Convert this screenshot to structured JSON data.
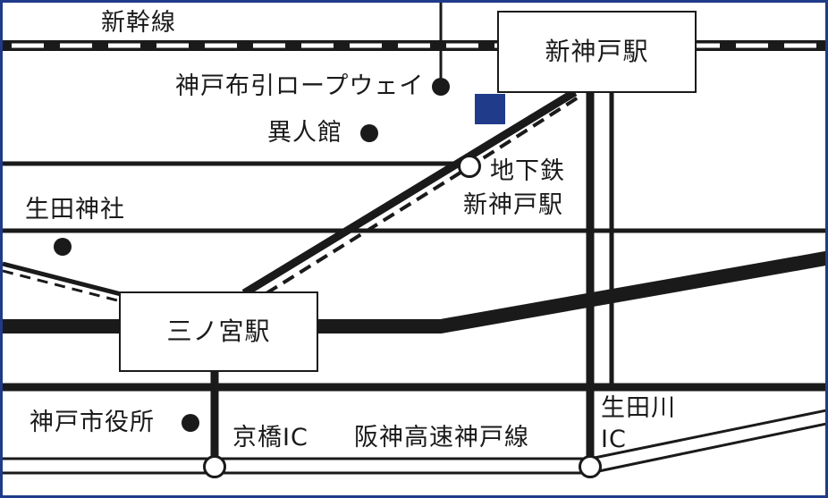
{
  "map": {
    "colors": {
      "frame": "#1f3b8a",
      "line": "#1a1a1a",
      "marker": "#1f3b8a",
      "background": "#ffffff"
    },
    "labels": {
      "shinkansen": "新幹線",
      "shin_kobe_station": "新神戸駅",
      "ropeway": "神戸布引ロープウェイ",
      "ijinkan": "異人館",
      "subway_line1": "地下鉄",
      "subway_line2": "新神戸駅",
      "ikuta_shrine": "生田神社",
      "sannomiya_station": "三ノ宮駅",
      "city_hall": "神戸市役所",
      "kyobashi_ic": "京橋IC",
      "expressway": "阪神高速神戸線",
      "ikutagawa_line1": "生田川",
      "ikutagawa_line2": "IC"
    },
    "legend_marker": "destination (square marker)"
  }
}
